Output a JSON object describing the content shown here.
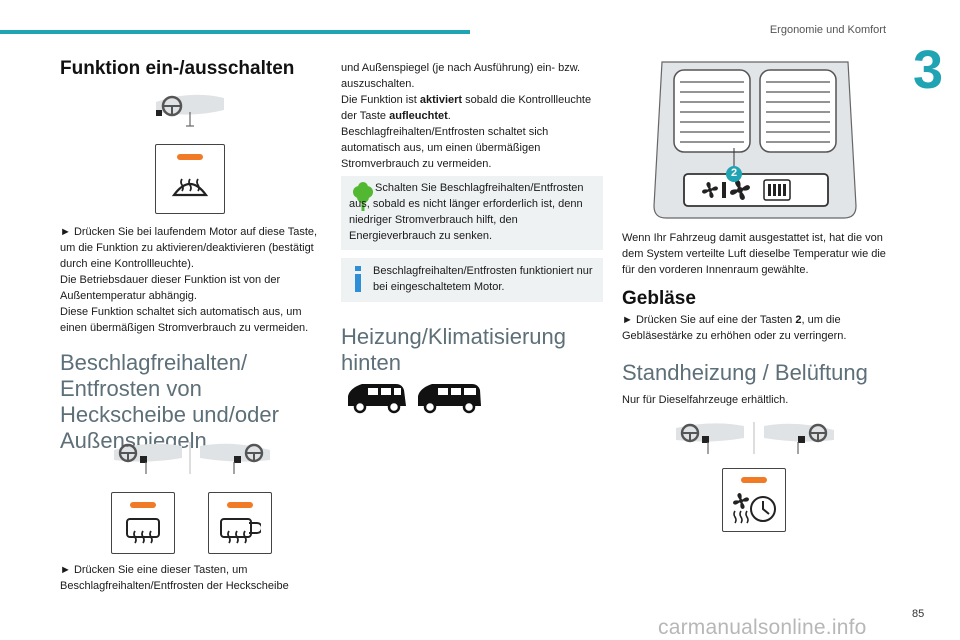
{
  "header": {
    "section": "Ergonomie und Komfort",
    "chapter": "3",
    "page": "85"
  },
  "watermark": "carmanualsonline.info",
  "col1": {
    "heading1": "Funktion ein-/ausschalten",
    "para1": "► Drücken Sie bei laufendem Motor auf diese Taste, um die Funktion zu aktivieren/deaktivieren (bestätigt durch eine Kontrollleuchte).",
    "para2": "Die Betriebsdauer dieser Funktion ist von der Außentemperatur abhängig.",
    "para3": "Diese Funktion schaltet sich automatisch aus, um einen übermäßigen Stromverbrauch zu vermeiden.",
    "heading2": "Beschlagfreihalten/ Entfrosten von Heckscheibe und/oder Außenspiegeln",
    "para4": "► Drücken Sie eine dieser Tasten, um Beschlagfreihalten/Entfrosten der Heckscheibe"
  },
  "col2": {
    "para1a": "und Außenspiegel (je nach Ausführung) ein- bzw. auszuschalten.",
    "para1b_pre": "Die Funktion ist ",
    "para1b_bold1": "aktiviert",
    "para1b_mid": " sobald die Kontrollleuchte der Taste ",
    "para1b_bold2": "aufleuchtet",
    "para1b_post": ".",
    "para1c": "Beschlagfreihalten/Entfrosten schaltet sich automatisch aus, um einen übermäßigen Stromverbrauch zu vermeiden.",
    "eco_note": "Schalten Sie Beschlagfreihalten/Entfrosten aus, sobald es nicht länger erforderlich ist, denn niedriger Stromverbrauch hilft, den Energieverbrauch zu senken.",
    "info_note": "Beschlagfreihalten/Entfrosten funktioniert nur bei eingeschaltetem Motor.",
    "heading": "Heizung/Klimatisierung hinten"
  },
  "col3": {
    "callout": "2",
    "para1": "Wenn Ihr Fahrzeug damit ausgestattet ist, hat die von dem System verteilte Luft dieselbe Temperatur wie die für den vorderen Innenraum gewählte.",
    "heading1": "Gebläse",
    "para2_pre": "► Drücken Sie auf eine der Tasten ",
    "para2_bold": "2",
    "para2_post": ", um die Gebläsestärke zu erhöhen oder zu verringern.",
    "heading2": "Standheizung / Belüftung",
    "para3": "Nur für Dieselfahrzeuge erhältlich."
  },
  "colors": {
    "accent": "#20a3b2",
    "led": "#f07a26",
    "heading_grey": "#5d6f78",
    "note_bg": "#eef2f3",
    "eco_green": "#52b832",
    "info_blue": "#2e8fd6"
  },
  "icons": [
    "steering-wheel-dashboard-icon",
    "windscreen-defrost-icon",
    "rear-window-defrost-icon",
    "mirror-defrost-icon",
    "eco-tree-icon",
    "info-icon",
    "van-short-icon",
    "van-long-icon",
    "rear-air-vent-icon",
    "fan-icon",
    "fan-speed-bars-icon",
    "fan-timer-icon"
  ]
}
